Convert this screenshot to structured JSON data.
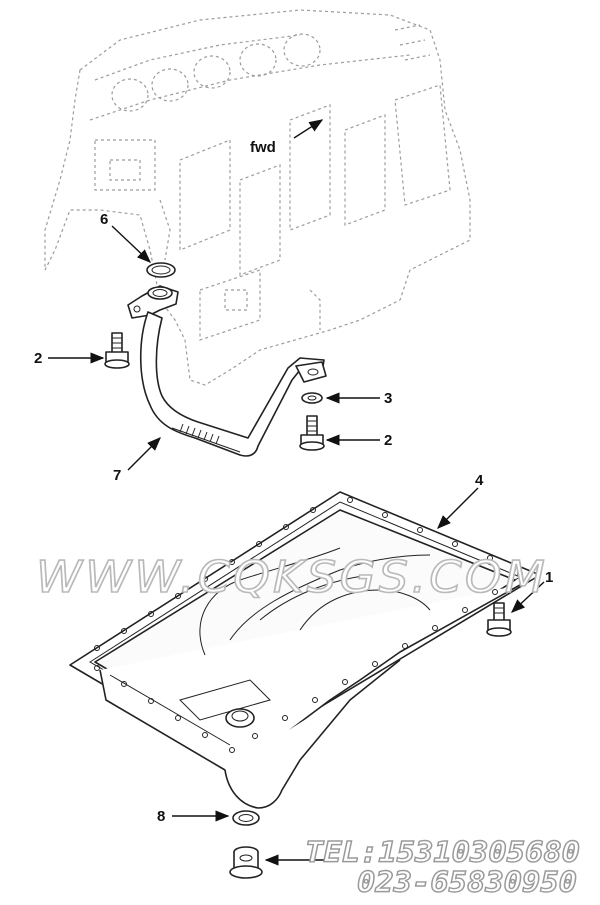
{
  "direction_label": "fwd",
  "callouts": [
    {
      "num": "1",
      "part": "bolt"
    },
    {
      "num": "2",
      "part": "bolt"
    },
    {
      "num": "2",
      "part": "bolt"
    },
    {
      "num": "3",
      "part": "washer"
    },
    {
      "num": "4",
      "part": "oil pan"
    },
    {
      "num": "6",
      "part": "o-ring"
    },
    {
      "num": "7",
      "part": "oil suction tube"
    },
    {
      "num": "8",
      "part": "sealing washer"
    }
  ],
  "watermark": {
    "site": "WWW.CQKSGS.COM",
    "tel": "TEL:15310305680",
    "phone": "023-65830950"
  },
  "colors": {
    "line": "#222222",
    "engine_outline": "#9c9c9c",
    "watermark_outline": "#b9b9b9"
  }
}
